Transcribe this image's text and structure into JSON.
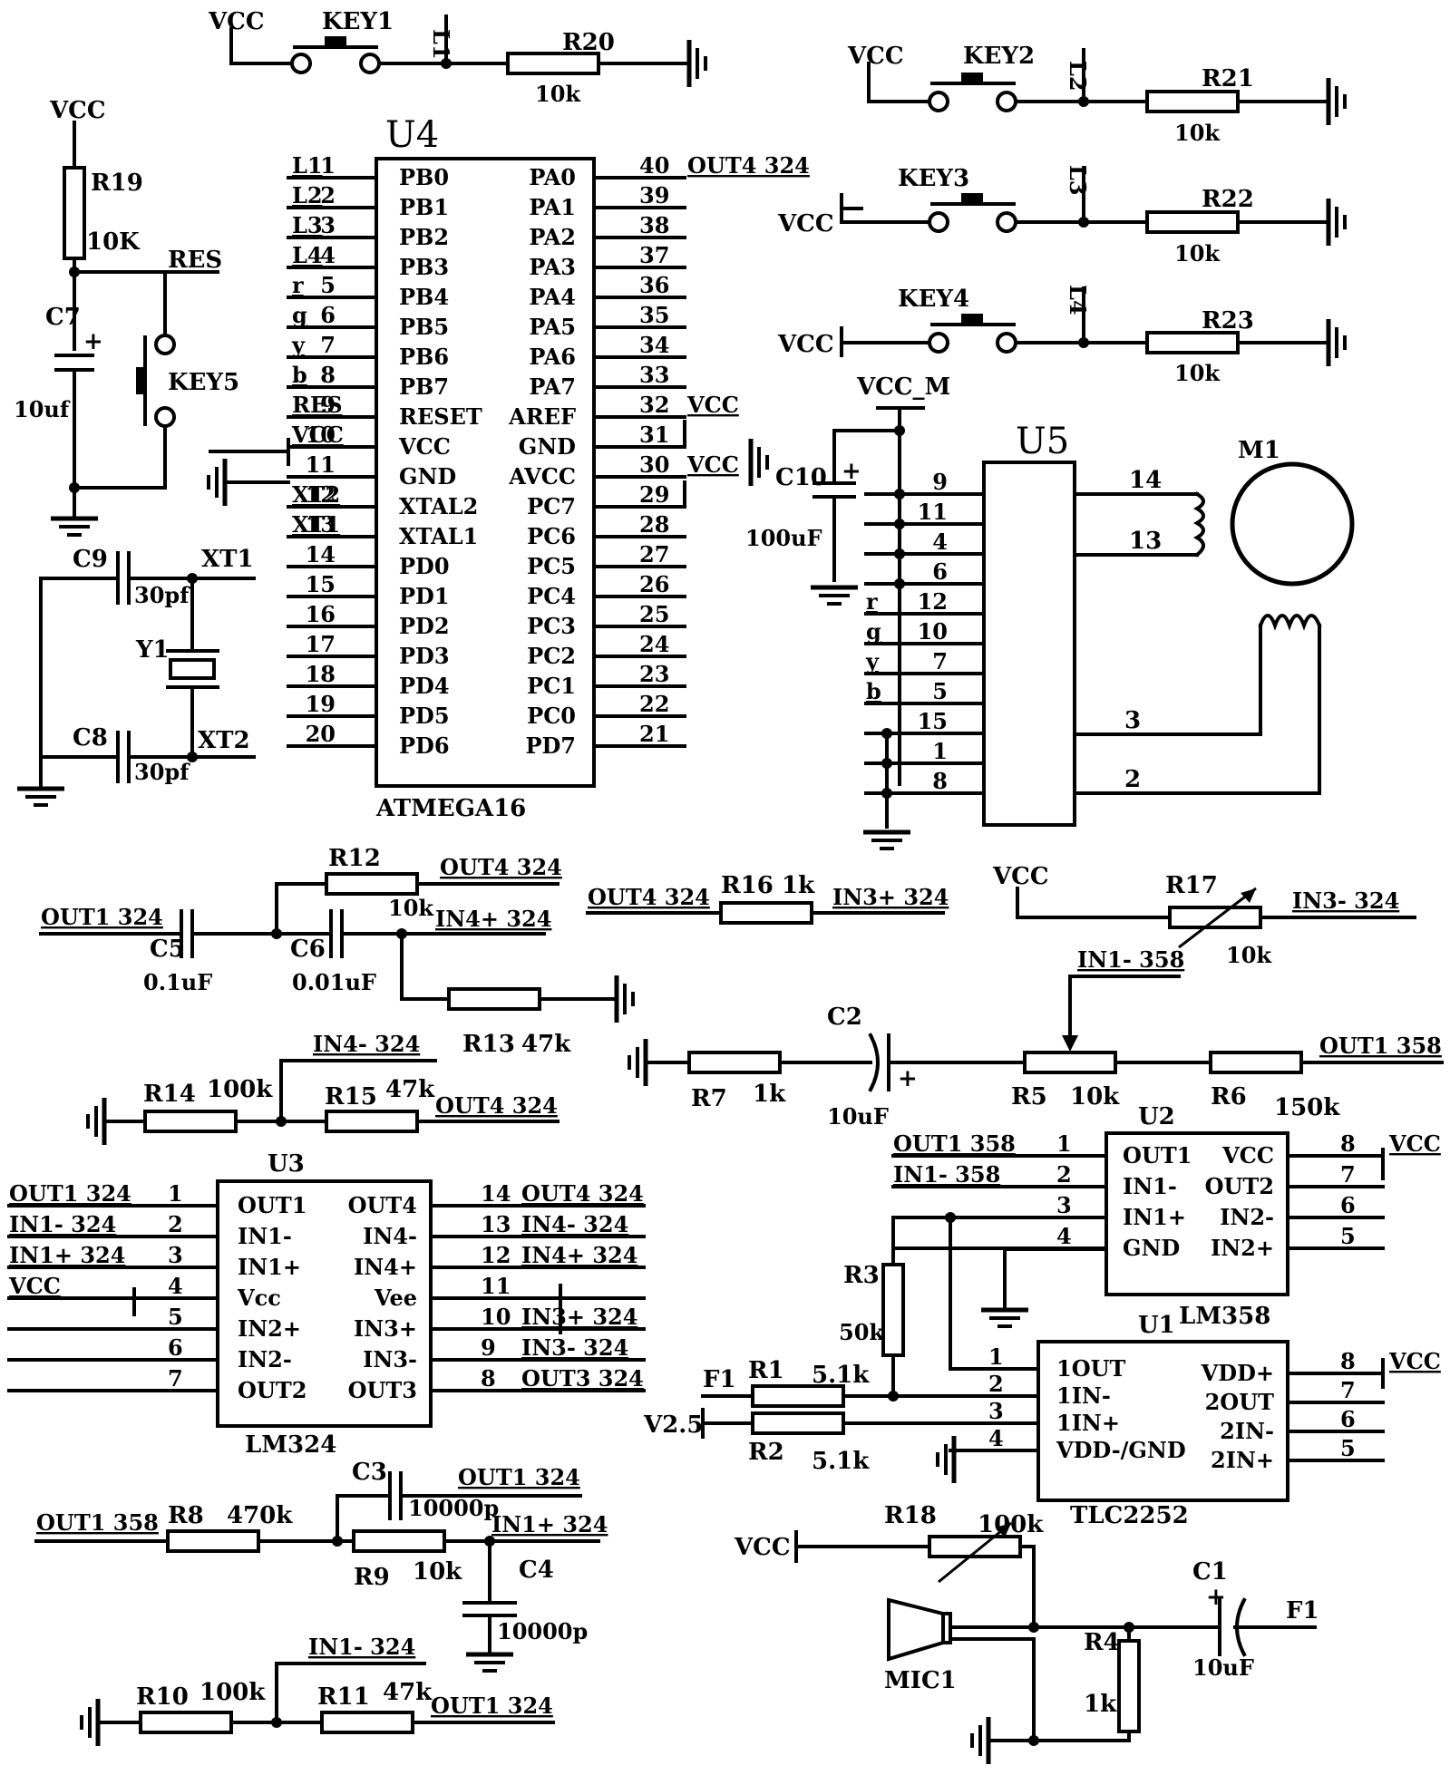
{
  "keys": {
    "key1": {
      "label": "KEY1",
      "vcc": "VCC",
      "line": "L1",
      "res": "R20",
      "val": "10k"
    },
    "key2": {
      "label": "KEY2",
      "vcc": "VCC",
      "line": "L2",
      "res": "R21",
      "val": "10k"
    },
    "key3": {
      "label": "KEY3",
      "vcc": "VCC",
      "line": "L3",
      "res": "R22",
      "val": "10k"
    },
    "key4": {
      "label": "KEY4",
      "vcc": "VCC",
      "line": "L4",
      "res": "R23",
      "val": "10k"
    },
    "key5": {
      "label": "KEY5"
    }
  },
  "reset": {
    "vcc": "VCC",
    "r": "R19",
    "rv": "10K",
    "net": "RES",
    "c": "C7",
    "cv": "10uf"
  },
  "crystal": {
    "c9": "C9",
    "c9v": "30pf",
    "c8": "C8",
    "c8v": "30pf",
    "y": "Y1",
    "xt1": "XT1",
    "xt2": "XT2"
  },
  "u4": {
    "ref": "U4",
    "part": "ATMEGA16",
    "left_pins": [
      {
        "net": "L1",
        "num": "1",
        "name": "PB0"
      },
      {
        "net": "L2",
        "num": "2",
        "name": "PB1"
      },
      {
        "net": "L3",
        "num": "3",
        "name": "PB2"
      },
      {
        "net": "L4",
        "num": "4",
        "name": "PB3"
      },
      {
        "net": "r",
        "num": "5",
        "name": "PB4"
      },
      {
        "net": "g",
        "num": "6",
        "name": "PB5"
      },
      {
        "net": "y",
        "num": "7",
        "name": "PB6"
      },
      {
        "net": "b",
        "num": "8",
        "name": "PB7"
      },
      {
        "net": "RES",
        "num": "9",
        "name": "RESET"
      },
      {
        "net": "VCC",
        "num": "10",
        "name": "VCC"
      },
      {
        "net": "",
        "num": "11",
        "name": "GND"
      },
      {
        "net": "XT2",
        "num": "12",
        "name": "XTAL2"
      },
      {
        "net": "XT1",
        "num": "13",
        "name": "XTAL1"
      },
      {
        "net": "",
        "num": "14",
        "name": "PD0"
      },
      {
        "net": "",
        "num": "15",
        "name": "PD1"
      },
      {
        "net": "",
        "num": "16",
        "name": "PD2"
      },
      {
        "net": "",
        "num": "17",
        "name": "PD3"
      },
      {
        "net": "",
        "num": "18",
        "name": "PD4"
      },
      {
        "net": "",
        "num": "19",
        "name": "PD5"
      },
      {
        "net": "",
        "num": "20",
        "name": "PD6"
      }
    ],
    "right_pins": [
      {
        "name": "PA0",
        "num": "40",
        "net": "OUT4 324"
      },
      {
        "name": "PA1",
        "num": "39",
        "net": ""
      },
      {
        "name": "PA2",
        "num": "38",
        "net": ""
      },
      {
        "name": "PA3",
        "num": "37",
        "net": ""
      },
      {
        "name": "PA4",
        "num": "36",
        "net": ""
      },
      {
        "name": "PA5",
        "num": "35",
        "net": ""
      },
      {
        "name": "PA6",
        "num": "34",
        "net": ""
      },
      {
        "name": "PA7",
        "num": "33",
        "net": ""
      },
      {
        "name": "AREF",
        "num": "32",
        "net": "VCC"
      },
      {
        "name": "GND",
        "num": "31",
        "net": ""
      },
      {
        "name": "AVCC",
        "num": "30",
        "net": "VCC"
      },
      {
        "name": "PC7",
        "num": "29",
        "net": ""
      },
      {
        "name": "PC6",
        "num": "28",
        "net": ""
      },
      {
        "name": "PC5",
        "num": "27",
        "net": ""
      },
      {
        "name": "PC4",
        "num": "26",
        "net": ""
      },
      {
        "name": "PC3",
        "num": "25",
        "net": ""
      },
      {
        "name": "PC2",
        "num": "24",
        "net": ""
      },
      {
        "name": "PC1",
        "num": "23",
        "net": ""
      },
      {
        "name": "PC0",
        "num": "22",
        "net": ""
      },
      {
        "name": "PD7",
        "num": "21",
        "net": ""
      }
    ]
  },
  "u5": {
    "ref": "U5",
    "vcc": "VCC_M",
    "c": "C10",
    "cv": "100uF",
    "motor": "M1",
    "left_pins": [
      {
        "num": "9",
        "net": ""
      },
      {
        "num": "11",
        "net": ""
      },
      {
        "num": "4",
        "net": ""
      },
      {
        "num": "6",
        "net": ""
      },
      {
        "num": "12",
        "net": "r"
      },
      {
        "num": "10",
        "net": "g"
      },
      {
        "num": "7",
        "net": "y"
      },
      {
        "num": "5",
        "net": "b"
      },
      {
        "num": "15",
        "net": ""
      },
      {
        "num": "1",
        "net": ""
      },
      {
        "num": "8",
        "net": ""
      }
    ],
    "right_pins": [
      "14",
      "13",
      "3",
      "2"
    ]
  },
  "filter1": {
    "in": "OUT1 324",
    "c5": "C5",
    "c5v": "0.1uF",
    "c6": "C6",
    "c6v": "0.01uF",
    "r12": "R12",
    "r12v": "10k",
    "out": "OUT4 324",
    "net": "IN4+ 324",
    "r13": "R13",
    "r13v": "47k"
  },
  "r16": {
    "in": "OUT4 324",
    "r": "R16",
    "rv": "1k",
    "out": "IN3+ 324"
  },
  "r17": {
    "vcc": "VCC",
    "r": "R17",
    "rv": "10k",
    "out": "IN3- 324"
  },
  "gain4": {
    "net": "IN4- 324",
    "r14": "R14",
    "r14v": "100k",
    "r15": "R15",
    "r15v": "47k",
    "out": "OUT4 324"
  },
  "r5net": {
    "in": "IN1- 358",
    "r7": "R7",
    "r7v": "1k",
    "c2": "C2",
    "c2v": "10uF",
    "r5": "R5",
    "r5v": "10k",
    "r6": "R6",
    "r6v": "150k",
    "out": "OUT1 358"
  },
  "u3": {
    "ref": "U3",
    "part": "LM324",
    "left": [
      {
        "net": "OUT1 324",
        "num": "1",
        "name": "OUT1"
      },
      {
        "net": "IN1- 324",
        "num": "2",
        "name": "IN1-"
      },
      {
        "net": "IN1+ 324",
        "num": "3",
        "name": "IN1+"
      },
      {
        "net": "VCC",
        "num": "4",
        "name": "Vcc"
      },
      {
        "net": "",
        "num": "5",
        "name": "IN2+"
      },
      {
        "net": "",
        "num": "6",
        "name": "IN2-"
      },
      {
        "net": "",
        "num": "7",
        "name": "OUT2"
      }
    ],
    "right": [
      {
        "name": "OUT4",
        "num": "14",
        "net": "OUT4 324"
      },
      {
        "name": "IN4-",
        "num": "13",
        "net": "IN4- 324"
      },
      {
        "name": "IN4+",
        "num": "12",
        "net": "IN4+ 324"
      },
      {
        "name": "Vee",
        "num": "11",
        "net": ""
      },
      {
        "name": "IN3+",
        "num": "10",
        "net": "IN3+ 324"
      },
      {
        "name": "IN3-",
        "num": "9",
        "net": "IN3- 324"
      },
      {
        "name": "OUT3",
        "num": "8",
        "net": "OUT3 324"
      }
    ]
  },
  "u2": {
    "ref": "U2",
    "part": "LM358",
    "left": [
      {
        "net": "OUT1 358",
        "num": "1",
        "name": "OUT1"
      },
      {
        "net": "IN1- 358",
        "num": "2",
        "name": "IN1-"
      },
      {
        "net": "",
        "num": "3",
        "name": "IN1+"
      },
      {
        "net": "",
        "num": "4",
        "name": "GND"
      }
    ],
    "right": [
      {
        "name": "VCC",
        "num": "8",
        "net": "VCC"
      },
      {
        "name": "OUT2",
        "num": "7",
        "net": ""
      },
      {
        "name": "IN2-",
        "num": "6",
        "net": ""
      },
      {
        "name": "IN2+",
        "num": "5",
        "net": ""
      }
    ],
    "r3": "R3",
    "r3v": "50k"
  },
  "u1": {
    "ref": "U1",
    "part": "TLC2252",
    "left": [
      {
        "num": "1",
        "name": "1OUT"
      },
      {
        "num": "2",
        "name": "1IN-"
      },
      {
        "num": "3",
        "name": "1IN+"
      },
      {
        "num": "4",
        "name": "VDD-/GND"
      }
    ],
    "right": [
      {
        "name": "VDD+",
        "num": "8",
        "net": "VCC"
      },
      {
        "name": "2OUT",
        "num": "7",
        "net": ""
      },
      {
        "name": "2IN-",
        "num": "6",
        "net": ""
      },
      {
        "name": "2IN+",
        "num": "5",
        "net": ""
      }
    ],
    "r1": "R1",
    "r1v": "5.1k",
    "f1": "F1",
    "r2": "R2",
    "r2v": "5.1k",
    "v25": "V2.5"
  },
  "filter2": {
    "in": "OUT1 358",
    "r8": "R8",
    "r8v": "470k",
    "c3": "C3",
    "c3v": "10000p",
    "out": "OUT1 324",
    "r9": "R9",
    "r9v": "10k",
    "net": "IN1+ 324",
    "c4": "C4",
    "c4v": "10000p"
  },
  "gain1": {
    "net": "IN1- 324",
    "r10": "R10",
    "r10v": "100k",
    "r11": "R11",
    "r11v": "47k",
    "out": "OUT1 324"
  },
  "mic": {
    "vcc": "VCC",
    "r18": "R18",
    "r18v": "100k",
    "mic": "MIC1",
    "r4": "R4",
    "r4v": "1k",
    "c1": "C1",
    "c1v": "10uF",
    "out": "F1"
  }
}
